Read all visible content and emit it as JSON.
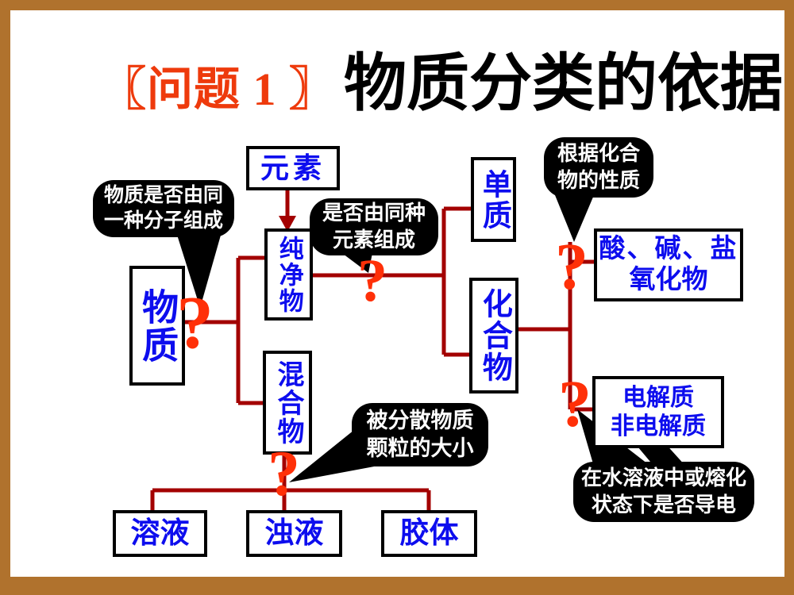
{
  "title": {
    "tag": "〖问题 1 〗",
    "text": "物质分类的依据"
  },
  "boxes": {
    "element": {
      "label": "元素"
    },
    "matter": {
      "label": "物质"
    },
    "pure_substance": {
      "label": "纯净物"
    },
    "mixture": {
      "label": "混合物"
    },
    "simple_substance": {
      "label": "单质"
    },
    "compound": {
      "label": "化合物"
    },
    "acid_base_salt": {
      "line1": "酸、碱、盐",
      "line2": "氧化物"
    },
    "electrolyte": {
      "line1": "电解质",
      "line2": "非电解质"
    },
    "solution": {
      "label": "溶液"
    },
    "turbid_liquid": {
      "label": "浊液"
    },
    "colloid": {
      "label": "胶体"
    }
  },
  "bubbles": {
    "molecule_basis": {
      "line1": "物质是否由同",
      "line2": "一种分子组成"
    },
    "element_basis": {
      "line1": "是否由同种",
      "line2": "元素组成"
    },
    "compound_property_basis": {
      "line1": "根据化合",
      "line2": "物的性质"
    },
    "particle_size_basis": {
      "line1": "被分散物质",
      "line2": "颗粒的大小"
    },
    "conductivity_basis": {
      "line1": "在水溶液中或熔化",
      "line2": "状态下是否导电"
    }
  },
  "question_marks": {
    "glyph": "?"
  },
  "colors": {
    "frame": "#B0722D",
    "slide_bg": "#FFFFFF",
    "line": "#A30000",
    "question": "#FF3008",
    "box_text": "#0D0DEE",
    "box_border": "#000000",
    "title_tag": "#EE3A0C",
    "title_text": "#000000",
    "bubble_bg": "#000000",
    "bubble_text": "#FFFFFF"
  }
}
